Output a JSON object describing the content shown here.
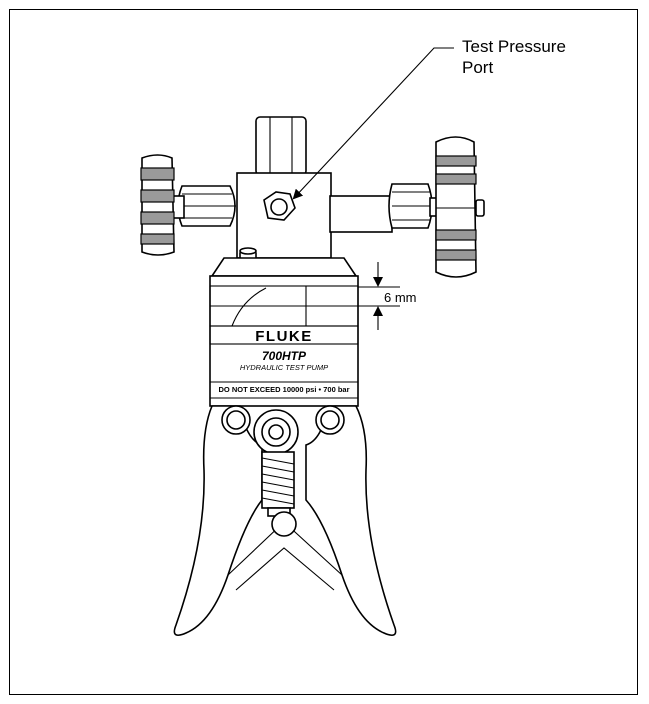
{
  "callout": {
    "line1": "Test Pressure",
    "line2": "Port"
  },
  "dimension": {
    "value": "6 mm"
  },
  "label": {
    "brand": "FLUKE",
    "model": "700HTP",
    "description": "HYDRAULIC TEST PUMP",
    "warning": "DO NOT EXCEED 10000 psi • 700 bar"
  },
  "colors": {
    "line": "#000000",
    "background": "#ffffff",
    "shade": "#9a9a9a"
  }
}
